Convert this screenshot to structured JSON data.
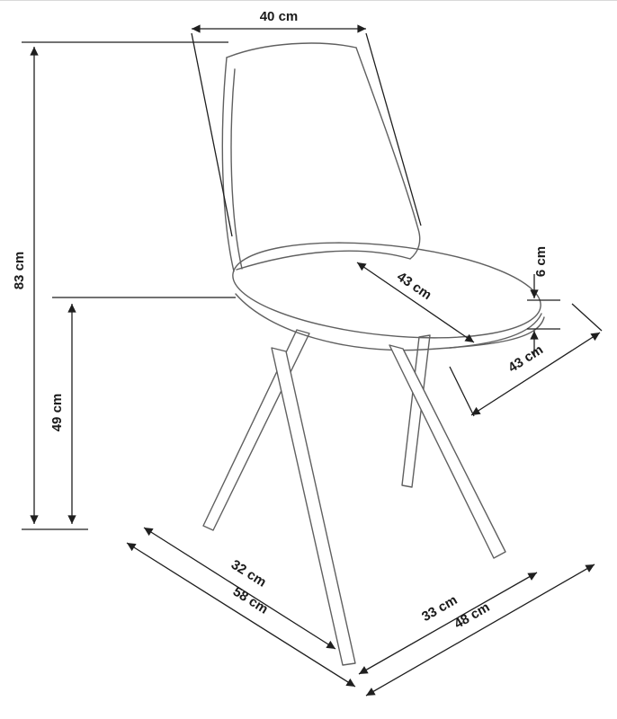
{
  "diagram": {
    "subject": "chair",
    "unit": "cm",
    "colors": {
      "background": "#ffffff",
      "chair_line": "#606060",
      "dimension_line": "#1f1f1f",
      "text": "#1a1a1a"
    },
    "labels": {
      "backrest_width": "40 cm",
      "overall_height": "83 cm",
      "seat_height": "49 cm",
      "seat_depth": "43 cm",
      "cushion_thickness": "6 cm",
      "seat_width": "43 cm",
      "base_inner_left": "32 cm",
      "base_outer_left": "58 cm",
      "base_inner_right": "33 cm",
      "base_outer_right": "48 cm"
    }
  }
}
